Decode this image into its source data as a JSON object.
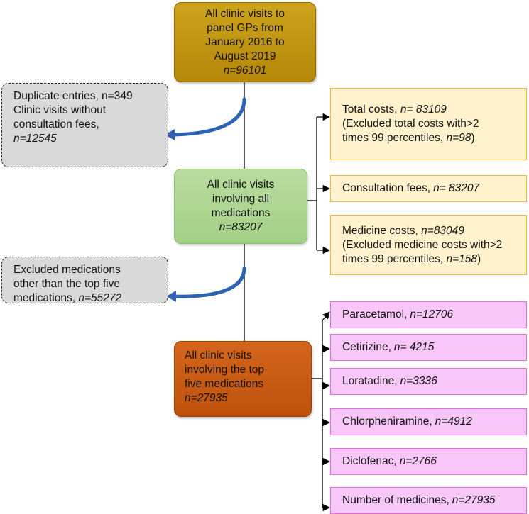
{
  "main": {
    "top": {
      "lines": [
        "All clinic visits to",
        "panel GPs from",
        "January 2016 to",
        "August 2019"
      ],
      "n": "n=96101"
    },
    "mid": {
      "lines": [
        "All clinic visits",
        "involving all",
        "medications"
      ],
      "n": "n=83207"
    },
    "bot": {
      "lines": [
        "All clinic visits",
        "involving the top",
        "five medications"
      ],
      "n": "n=27935"
    }
  },
  "exclusions": {
    "first": {
      "line1": "Duplicate entries, n=349",
      "line2": "Clinic visits without",
      "line3": "consultation fees,",
      "n": "n=12545"
    },
    "second": {
      "line1": "Excluded medications",
      "line2": "other than the top five",
      "line3_prefix": "medications, ",
      "n": "n=55272"
    }
  },
  "outcomes": {
    "total": {
      "label": "Total costs, ",
      "n": "n= 83109",
      "line2": "(Excluded total costs with>2",
      "line3_prefix": "times 99 percentiles, ",
      "line3_n": "n=98",
      "line3_suffix": ")"
    },
    "consult": {
      "label": "Consultation fees, ",
      "n": "n= 83207"
    },
    "medicine": {
      "label": "Medicine costs, ",
      "n": "n=83049",
      "line2": "(Excluded medicine costs with>2",
      "line3_prefix": "times 99 percentiles, ",
      "line3_n": "n=158",
      "line3_suffix": ")"
    }
  },
  "medications": [
    {
      "label": "Paracetamol, ",
      "n": "n=12706"
    },
    {
      "label": "Cetirizine, ",
      "n": "n= 4215"
    },
    {
      "label": "Loratadine, ",
      "n": "n=3336"
    },
    {
      "label": "Chlorpheniramine, ",
      "n": "n=4912"
    },
    {
      "label": "Diclofenac, ",
      "n": "n=2766"
    },
    {
      "label": "Number of medicines, ",
      "n": "n=27935"
    }
  ],
  "colors": {
    "top_box": "#c0940f",
    "mid_box": "#a9d18e",
    "bot_box": "#c55a11",
    "exclusion_box": "#d9d9d9",
    "outcome_box": "#fff2cc",
    "outcome_border": "#f5b73a",
    "medication_box": "#f9c6f9",
    "medication_border": "#e46ae4",
    "curved_arrow": "#2e63b4"
  }
}
